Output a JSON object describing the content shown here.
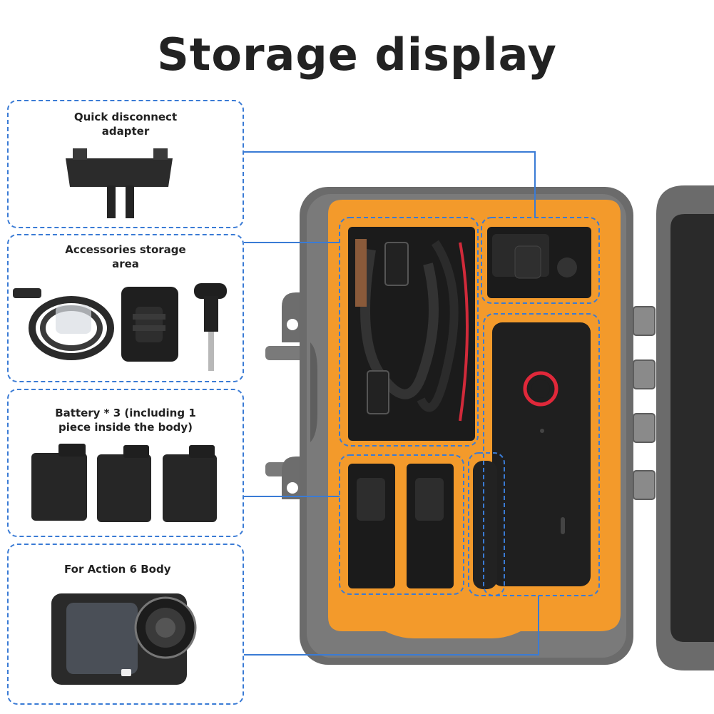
{
  "title": "Storage display",
  "panels": [
    {
      "label_line1": "Quick disconnect",
      "label_line2": "adapter"
    },
    {
      "label_line1": "Accessories storage",
      "label_line2": "area"
    },
    {
      "label_line1": "Battery * 3 (including 1",
      "label_line2": "piece inside the body)"
    },
    {
      "label_line1": "For Action 6 Body",
      "label_line2": ""
    }
  ],
  "colors": {
    "accent_dashed": "#3a7bd5",
    "case_grey": "#6b6b6b",
    "foam_orange": "#f39a2b",
    "device_black": "#1f1f1f",
    "record_ring": "#e0283a"
  },
  "icons": [
    "quick-disconnect-adapter-image",
    "usb-cable-image",
    "mount-adapter-image",
    "thumb-screw-image",
    "battery-image",
    "action-camera-image",
    "storage-case-image"
  ]
}
